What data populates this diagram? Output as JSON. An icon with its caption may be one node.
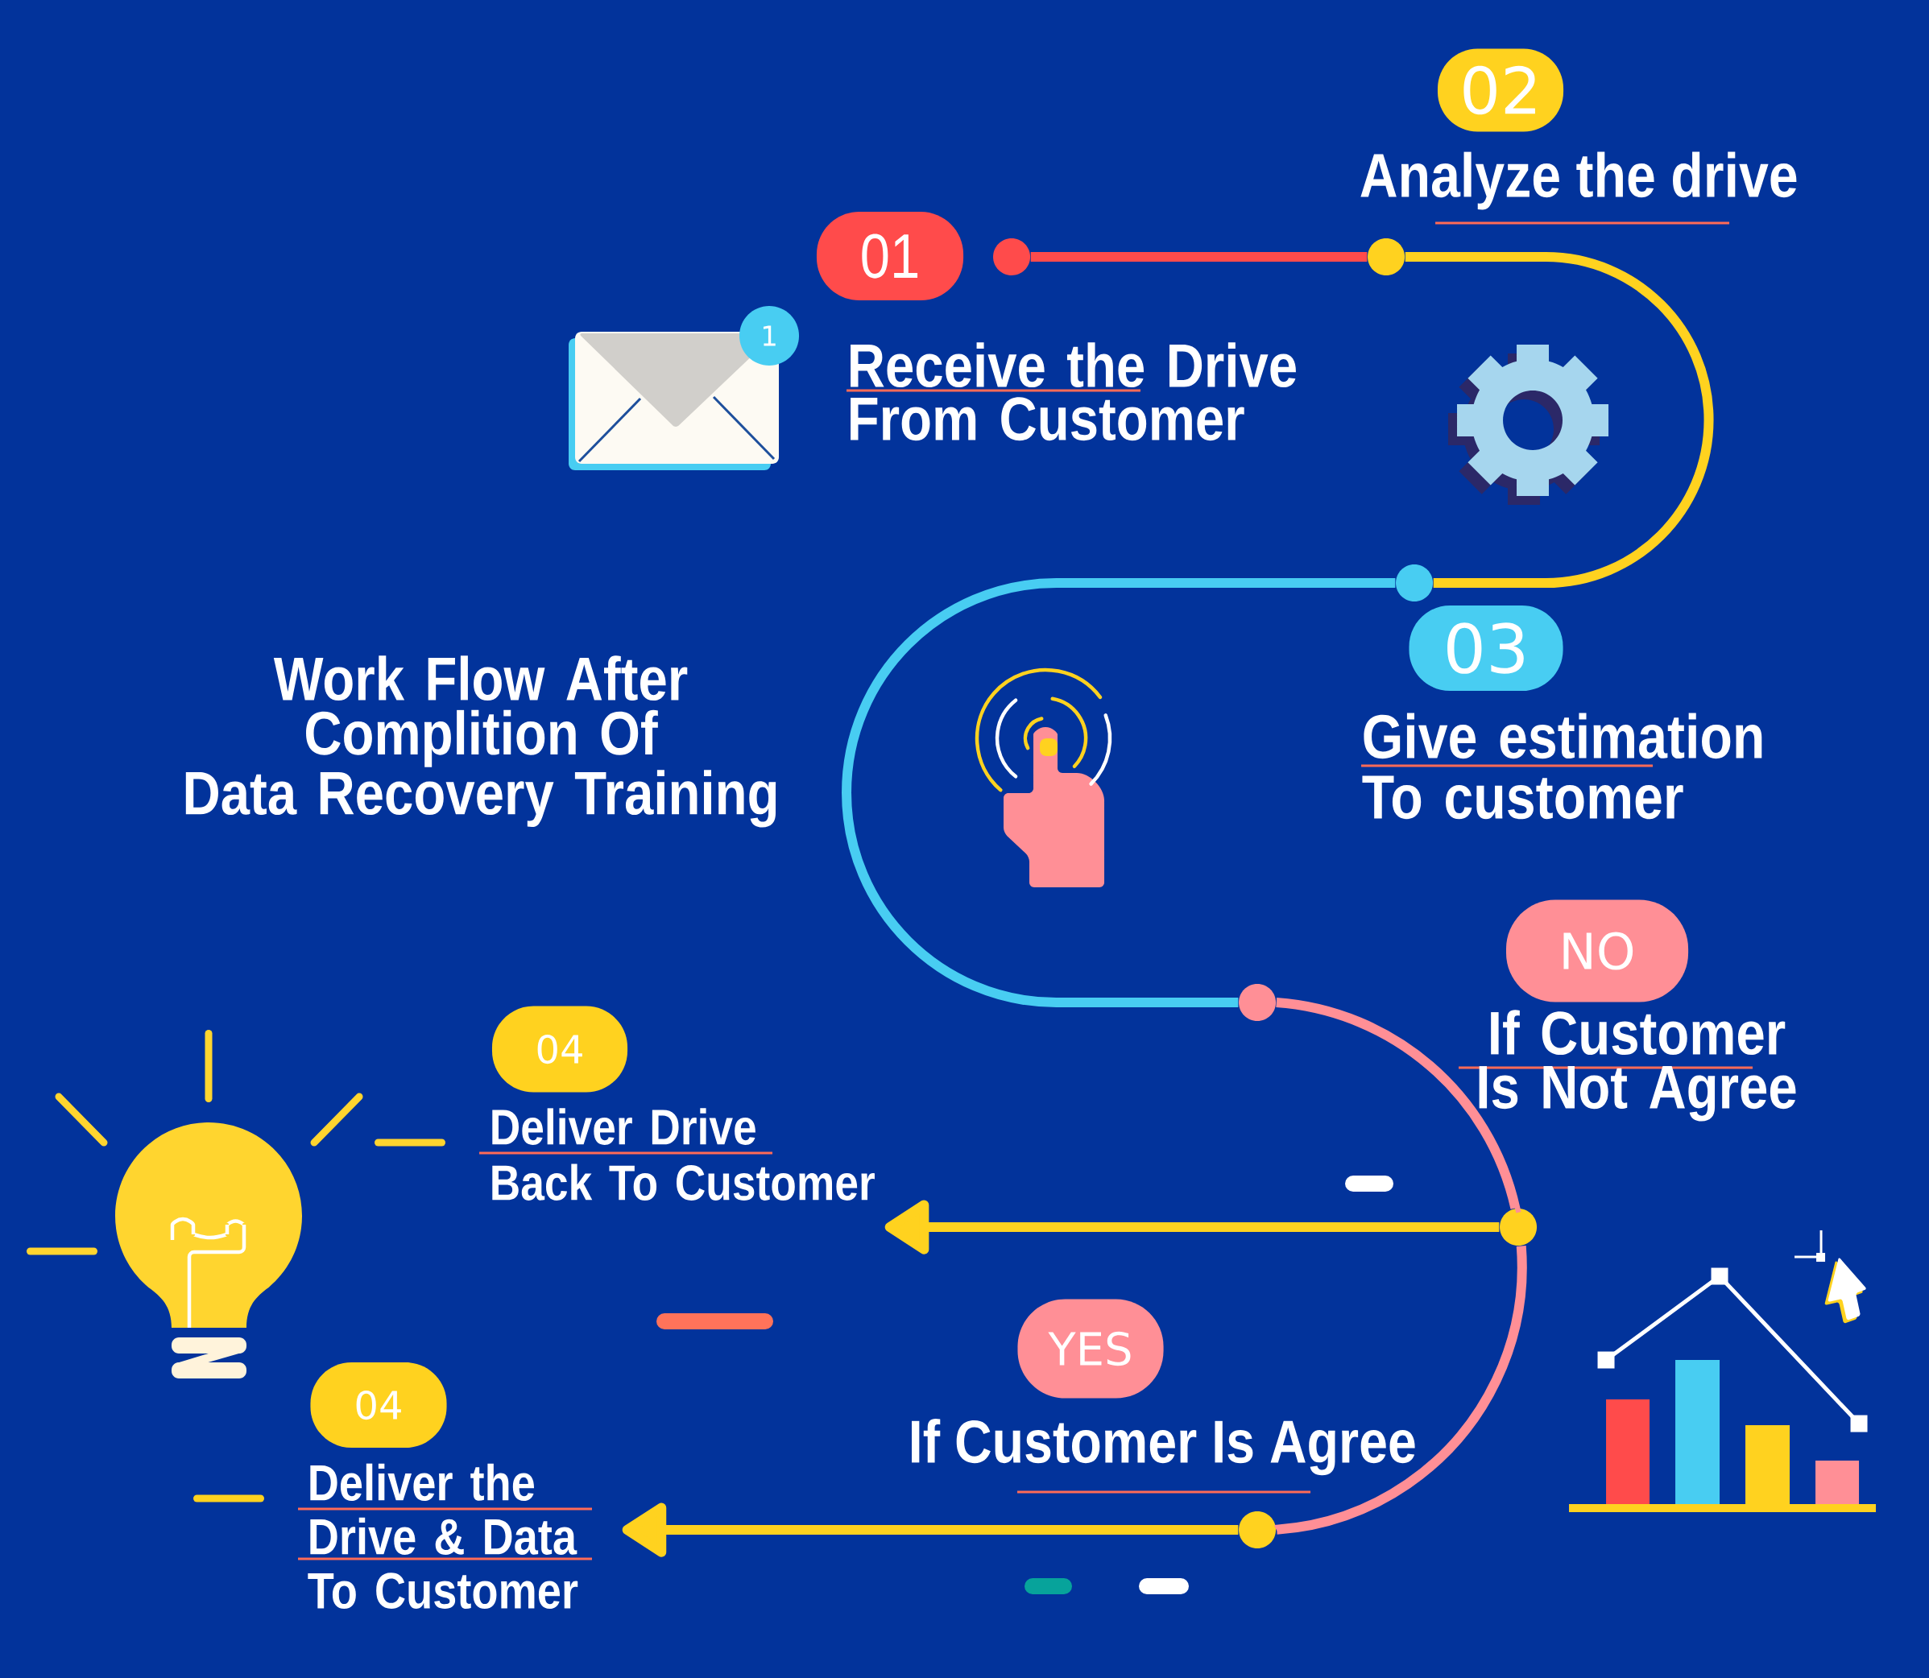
{
  "diagram": {
    "title": "Work Flow After Complition Of Data Recovery Training",
    "nodes": [
      {
        "text": [
          "01"
        ],
        "beside": [
          "Receive the Drive From Customer"
        ]
      },
      {
        "text": [],
        "shape": "circle"
      },
      {
        "text": [
          "02"
        ],
        "beside": [
          "Analyze the drive"
        ]
      },
      {
        "text": [],
        "shape": "circle"
      },
      {
        "text": [
          "03"
        ],
        "beside": [
          "Give estimation To customer"
        ]
      },
      {
        "text": [],
        "shape": "circle"
      },
      {
        "text": [
          "NO"
        ],
        "beside": [
          "If Customer Is Not Agree"
        ]
      },
      {
        "text": [],
        "shape": "circle"
      },
      {
        "text": [],
        "shape": "circle"
      },
      {
        "text": [
          "04",
          "Deliver Drive Back To Customer"
        ]
      },
      {
        "text": [
          "YES"
        ],
        "beside": [
          "If Customer Is Agree"
        ]
      },
      {
        "text": [],
        "shape": "circle"
      },
      {
        "text": [
          "04",
          "Deliver the Drive & Data To Customer"
        ]
      },
      {
        "text": [
          "1"
        ]
      }
    ],
    "edges": [
      {
        "from": 1,
        "to": 3,
        "arrow": "none",
        "color": "#ff4b4b"
      },
      {
        "from": 3,
        "to": 5,
        "arrow": "none"
      },
      {
        "from": 5,
        "to": 7,
        "arrow": "none",
        "color": "#48cdf2"
      },
      {
        "from": 7,
        "to": 8,
        "arrow": "none",
        "color": "#ff8f96"
      },
      {
        "from": 8,
        "to": 11,
        "arrow": "none",
        "color": "#ff8f96"
      },
      {
        "from": 8,
        "to": 9,
        "arrow": "to"
      },
      {
        "from": 11,
        "to": 12,
        "arrow": "to"
      }
    ]
  }
}
